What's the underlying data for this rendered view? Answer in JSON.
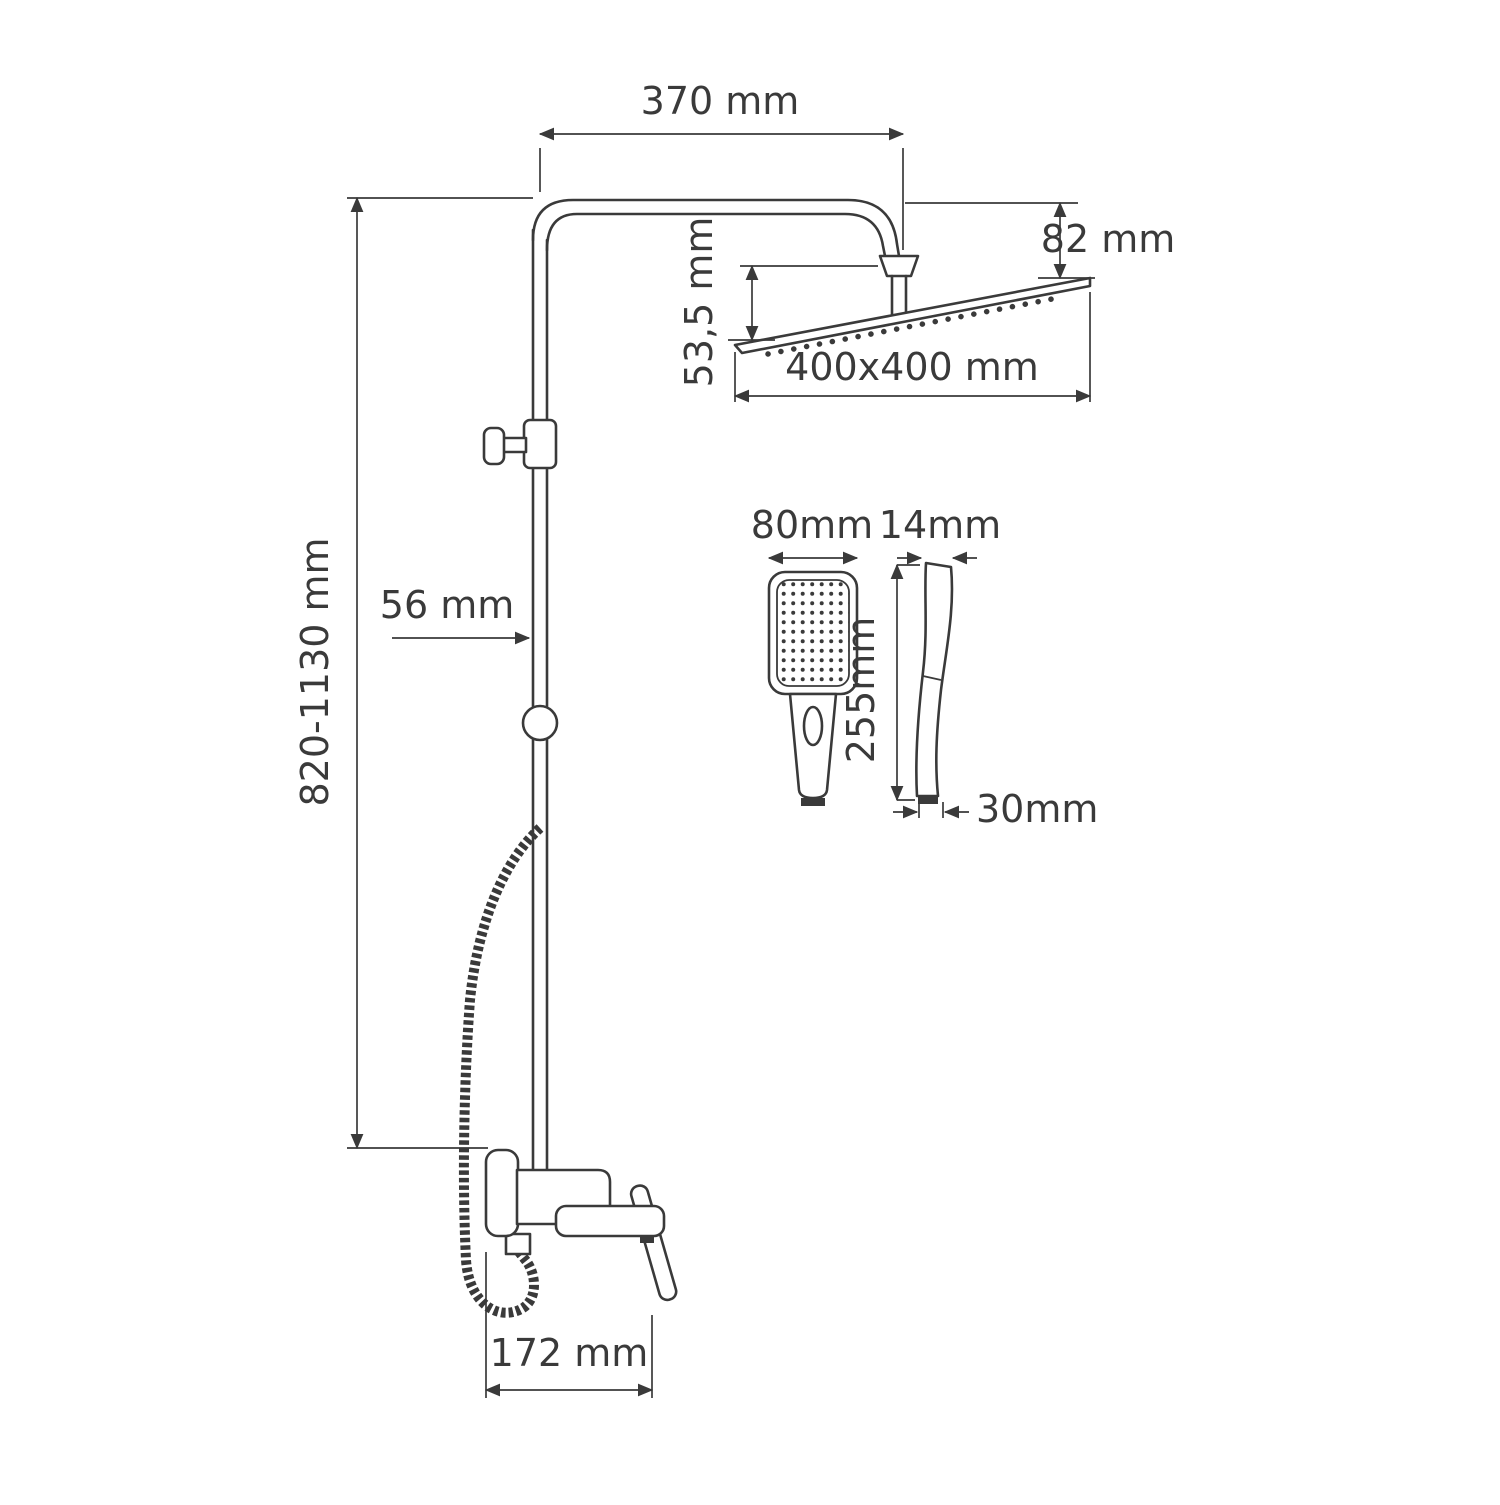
{
  "drawing": {
    "type": "technical-dimension-drawing",
    "subject": "shower column system with rain head, hand shower and bath spout",
    "line_color": "#3a3a3a",
    "background": "#ffffff"
  },
  "labels": {
    "arm_length": "370 mm",
    "head_drop": "82 mm",
    "head_tilt_height": "53,5 mm",
    "head_size": "400x400 mm",
    "handshower_width": "80mm",
    "handshower_depth": "14mm",
    "handshower_length": "255mm",
    "handshower_bottom_width": "30mm",
    "column_offset": "56 mm",
    "column_height": "820-1130 mm",
    "spout_reach": "172 mm"
  }
}
